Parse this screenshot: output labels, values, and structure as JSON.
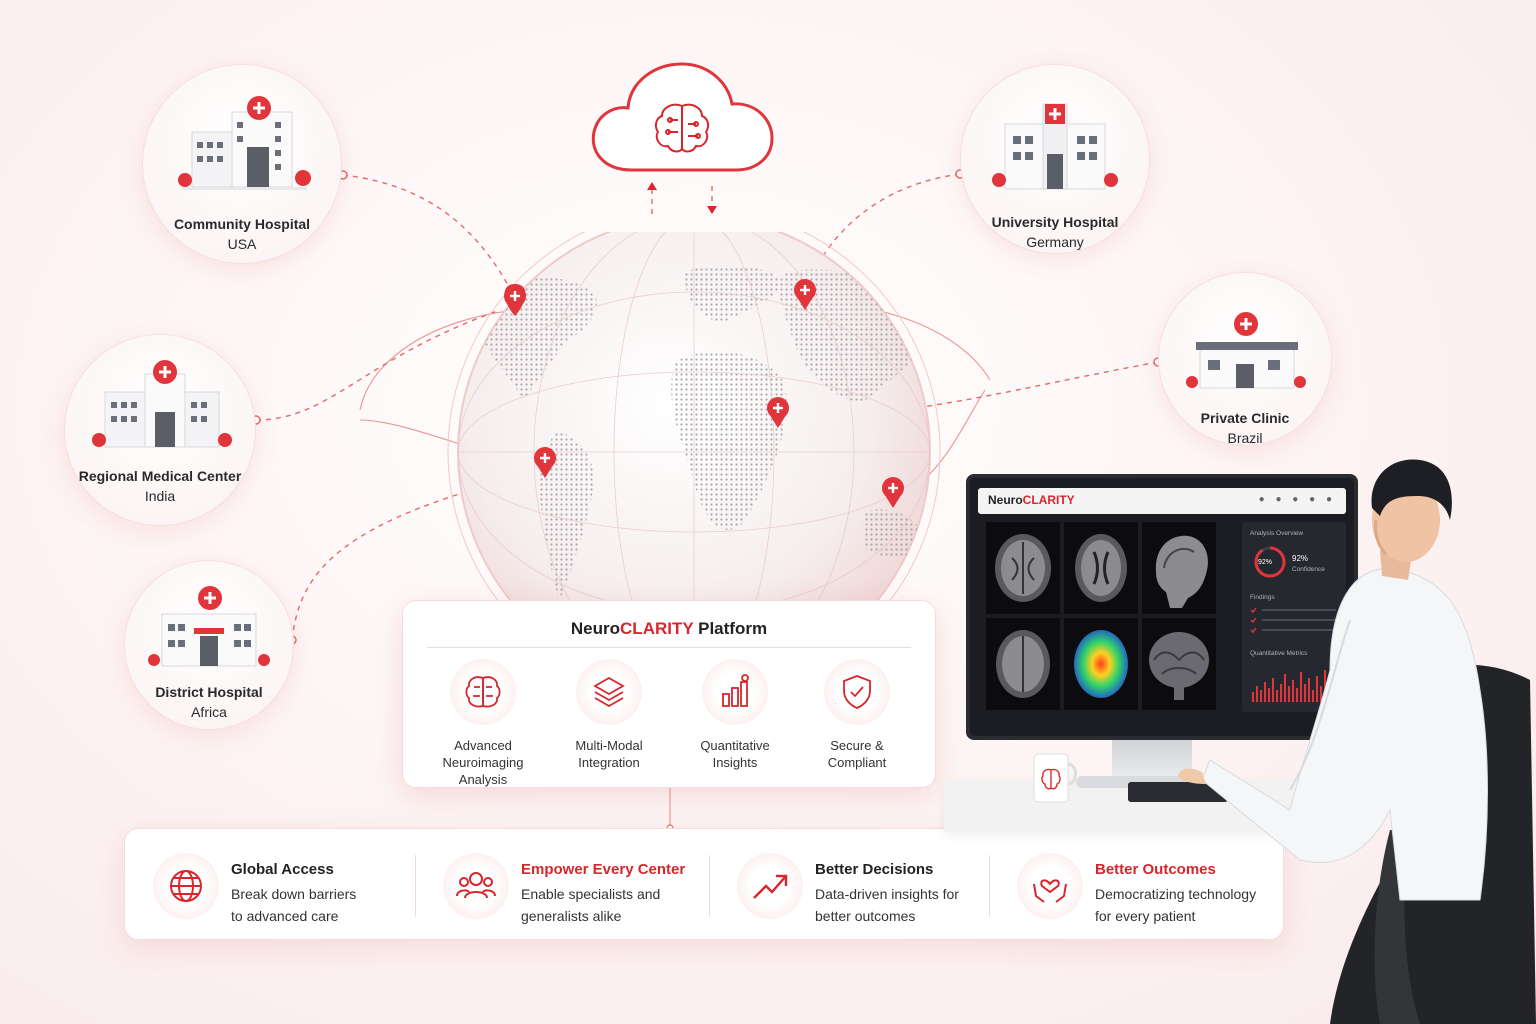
{
  "sites": [
    {
      "name": "Community Hospital",
      "region": "USA"
    },
    {
      "name": "University Hospital",
      "region": "Germany"
    },
    {
      "name": "Regional Medical Center",
      "region": "India"
    },
    {
      "name": "Private Clinic",
      "region": "Brazil"
    },
    {
      "name": "District Hospital",
      "region": "Africa"
    }
  ],
  "platform": {
    "title_prefix": "Neuro",
    "title_accent": "CLARITY",
    "title_suffix": " Platform",
    "features": [
      {
        "label": "Advanced Neuroimaging Analysis",
        "icon": "brain-circuit-icon"
      },
      {
        "label": "Multi-Modal Integration",
        "icon": "layers-icon"
      },
      {
        "label": "Quantitative Insights",
        "icon": "bar-chart-icon"
      },
      {
        "label": "Secure & Compliant",
        "icon": "shield-check-icon"
      }
    ]
  },
  "benefits": [
    {
      "title": "Global Access",
      "desc": "Break down barriers to advanced care",
      "icon": "globe-icon",
      "accent": false
    },
    {
      "title": "Empower Every Center",
      "desc": "Enable specialists and generalists alike",
      "icon": "people-icon",
      "accent": true
    },
    {
      "title": "Better Decisions",
      "desc": "Data-driven insights for better outcomes",
      "icon": "trend-up-icon",
      "accent": false
    },
    {
      "title": "Better Outcomes",
      "desc": "Democratizing technology for every patient",
      "icon": "heart-hands-icon",
      "accent": true
    }
  ],
  "monitor": {
    "brand_prefix": "Neuro",
    "brand_accent": "CLARITY",
    "panel_title": "Analysis Overview",
    "confidence": "92%",
    "confidence_label": "Confidence",
    "findings_label": "Findings",
    "metrics_label": "Quantitative Metrics"
  },
  "colors": {
    "accent": "#d8262c",
    "background": "#fdf3f3",
    "card": "#ffffff",
    "pin": "#e0353b"
  }
}
